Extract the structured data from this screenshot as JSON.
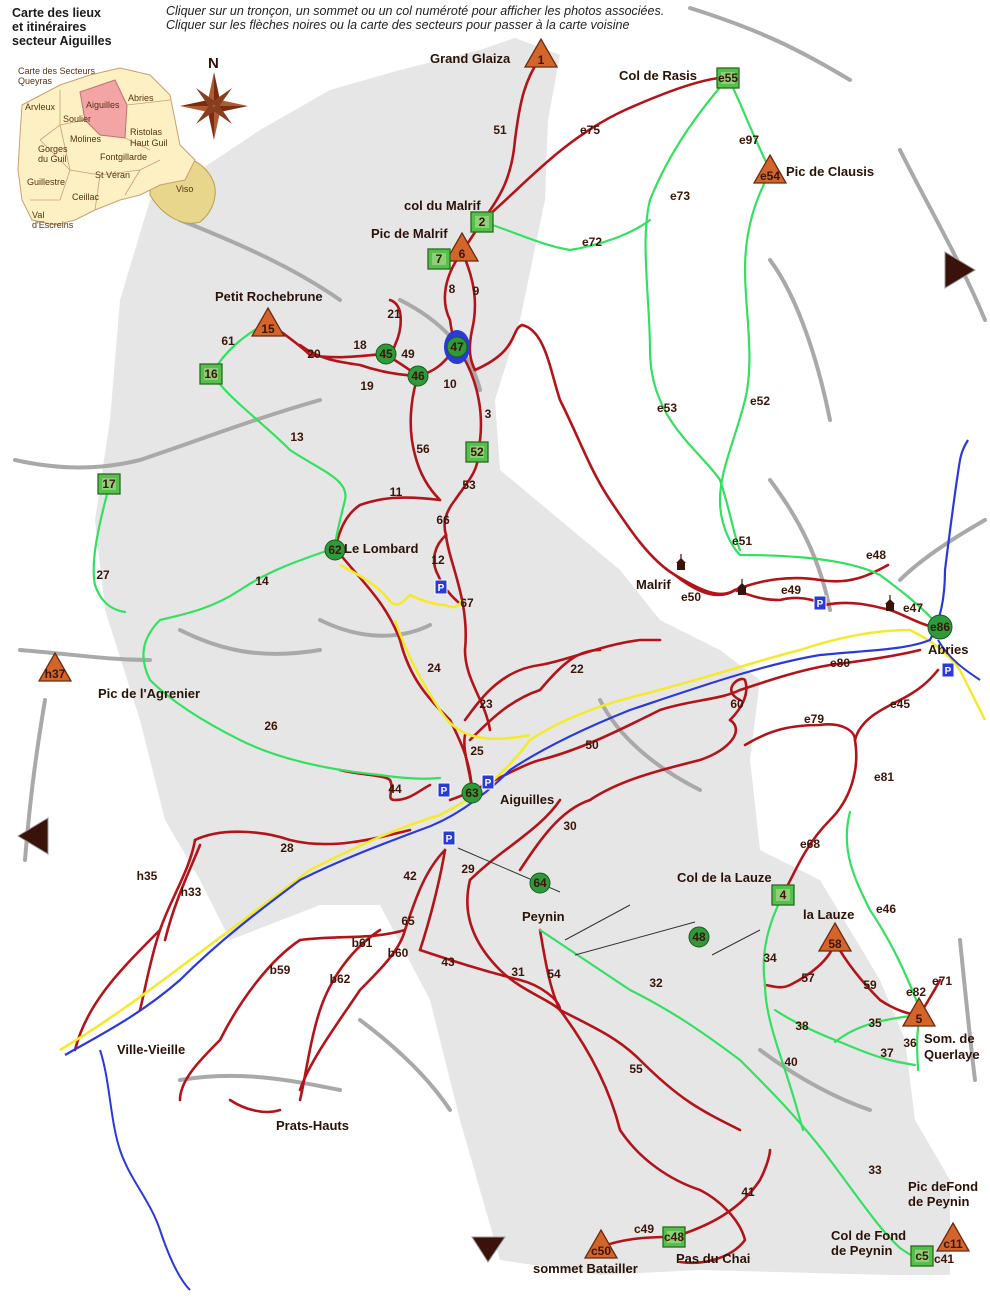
{
  "header": {
    "title_lines": [
      "Carte des lieux",
      "et itinéraires",
      "secteur Aiguilles"
    ],
    "instructions": [
      "Cliquer sur un tronçon, un sommet ou un col numéroté pour afficher les photos associées.",
      "Cliquer sur les flèches noires ou la carte des secteurs pour passer à la carte voisine"
    ]
  },
  "sector_map": {
    "title_lines": [
      "Carte des Secteurs",
      "Queyras"
    ],
    "sectors": [
      "Arvleux",
      "Aiguilles",
      "Abries",
      "Soulier",
      "Ristolas",
      "Haut Guil",
      "Molines",
      "Gorges",
      "du Guil",
      "Fontgillarde",
      "St Véran",
      "Guillestre",
      "Ceillac",
      "Viso",
      "Val",
      "d'Escreins"
    ],
    "active": "Aiguilles"
  },
  "compass": {
    "label": "N"
  },
  "colors": {
    "red_trail": "#b3141a",
    "green_trail": "#33e060",
    "yellow_road": "#f4ea2a",
    "river": "#2a3ad8",
    "zone": "#e6e6e6"
  },
  "places": {
    "grand_glaiza": "Grand Glaiza",
    "col_rasis": "Col de Rasis",
    "pic_clausis": "Pic de Clausis",
    "col_malrif": "col du Malrif",
    "pic_malrif": "Pic de Malrif",
    "petit_rochebrune": "Petit Rochebrune",
    "le_lombard": "Le Lombard",
    "malrif": "Malrif",
    "abries": "Abries",
    "pic_agrenier": "Pic de l'Agrenier",
    "aiguilles": "Aiguilles",
    "peynin": "Peynin",
    "col_lauze": "Col de la Lauze",
    "la_lauze": "la Lauze",
    "som_querlaye": [
      "Som. de",
      "Querlaye"
    ],
    "ville_vieille": "Ville-Vieille",
    "prats_hauts": "Prats-Hauts",
    "pic_fond_peynin": [
      "Pic deFond",
      "de Peynin"
    ],
    "col_fond_peynin": [
      "Col de Fond",
      "de Peynin"
    ],
    "pas_du_chai": "Pas du Chai",
    "sommet_batailler": "sommet Batailler"
  },
  "summits": [
    "1",
    "e54",
    "6",
    "15",
    "h37",
    "58",
    "5",
    "c50",
    "c11"
  ],
  "cols": [
    "e55",
    "2",
    "7",
    "16",
    "17",
    "52",
    "4",
    "c48",
    "c5"
  ],
  "sites": [
    "45",
    "46",
    "47",
    "62",
    "63",
    "64",
    "48",
    "e86"
  ],
  "parking": "P",
  "segment_labels": {
    "red": [
      "51",
      "e75",
      "8",
      "9",
      "21",
      "18",
      "20",
      "19",
      "49",
      "10",
      "3",
      "56",
      "53",
      "11",
      "66",
      "12",
      "67",
      "24",
      "23",
      "22",
      "25",
      "44",
      "50",
      "60",
      "30",
      "28",
      "29",
      "42",
      "65",
      "b61",
      "b60",
      "43",
      "b59",
      "b62",
      "h35",
      "h33",
      "31",
      "54",
      "55",
      "41",
      "c49",
      "e81",
      "e45",
      "e79",
      "e80",
      "e68",
      "e50",
      "e49",
      "e48",
      "e47",
      "57",
      "59",
      "e82",
      "e71"
    ],
    "green": [
      "e97",
      "e73",
      "e72",
      "e53",
      "e52",
      "e51",
      "61",
      "13",
      "27",
      "14",
      "26",
      "32",
      "34",
      "38",
      "35",
      "37",
      "36",
      "40",
      "33",
      "e46",
      "c41"
    ]
  }
}
